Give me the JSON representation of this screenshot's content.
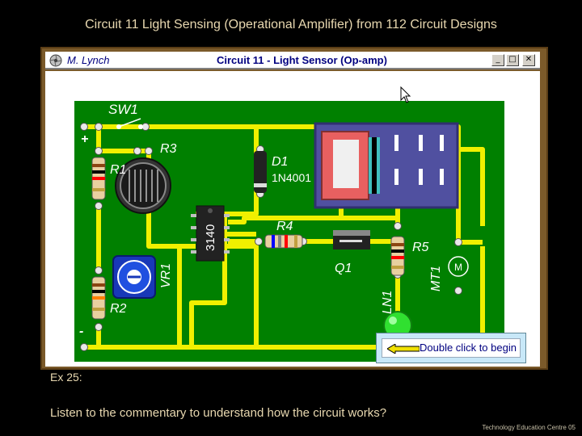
{
  "slide": {
    "title": "Circuit 11 Light Sensing (Operational Amplifier) from 112 Circuit Designs",
    "example_label": "Ex 25:",
    "commentary": "Listen to the commentary to understand how the circuit works?",
    "credit": "Technology Education Centre 05"
  },
  "window": {
    "author": "M. Lynch",
    "title": "Circuit 11 - Light Sensor (Op-amp)",
    "minimize_glyph": "_",
    "maximize_glyph": "□",
    "close_glyph": "✕"
  },
  "circuit": {
    "switch_label": "SW1",
    "plus_label": "+",
    "minus_label": "-",
    "r1_label": "R1",
    "r2_label": "R2",
    "r3_label": "R3",
    "r4_label": "R4",
    "r5_label": "R5",
    "vr1_label": "VR1",
    "ic_label": "3140",
    "d1_label": "D1",
    "d1_part": "1N4001",
    "q1_label": "Q1",
    "ln1_label": "LN1",
    "mt1_label": "MT1"
  },
  "hint": {
    "text": "Double click to begin"
  },
  "colors": {
    "board": "#008000",
    "track": "#f0f000",
    "frame": "#7b5a2a",
    "relay": "#5050a0",
    "potentiometer": "#1838b8",
    "led": "#30e030",
    "text_accent": "#e8d8b0"
  }
}
